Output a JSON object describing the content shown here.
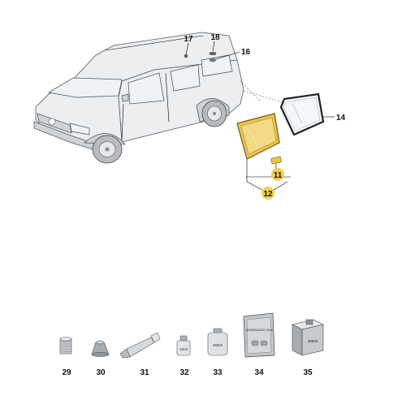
{
  "callouts": {
    "c17": "17",
    "c18": "18",
    "c16": "16",
    "c14": "14",
    "c11": "11",
    "c12": "12"
  },
  "parts": [
    {
      "number": "29"
    },
    {
      "number": "30"
    },
    {
      "number": "31"
    },
    {
      "number": "32",
      "container_text": "10ml"
    },
    {
      "number": "33",
      "container_text": "250ml"
    },
    {
      "number": "34",
      "container_text": "D00650A250 12ml"
    },
    {
      "number": "35",
      "container_text": "200ml"
    }
  ],
  "colors": {
    "highlight_part": "#e8c44a",
    "highlight_badge": "#f0cf4e",
    "outline": "#555a60",
    "label": "#111111"
  }
}
